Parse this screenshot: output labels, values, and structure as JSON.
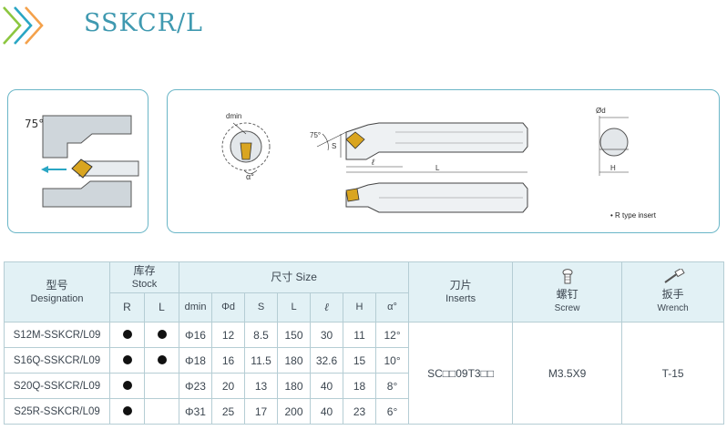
{
  "header": {
    "title": "SSKCR/L",
    "chevron_colors": [
      "#8cc63f",
      "#2aa6c4",
      "#f4a14b"
    ]
  },
  "figure": {
    "angle_label": "75°",
    "dmin_label": "dmin",
    "alpha_label": "α°",
    "tool_angle": "75°",
    "s_label": "S",
    "l_label": "L",
    "ell_label": "ℓ",
    "od_label": "Ød",
    "h_label": "H",
    "note": "• R type insert"
  },
  "table": {
    "headers": {
      "designation_cn": "型号",
      "designation_en": "Designation",
      "stock_cn": "库存",
      "stock_en": "Stock",
      "size": "尺寸 Size",
      "inserts_cn": "刀片",
      "inserts_en": "Inserts",
      "screw_cn": "螺钉",
      "screw_en": "Screw",
      "wrench_cn": "扳手",
      "wrench_en": "Wrench",
      "r": "R",
      "l": "L",
      "dmin": "dmin",
      "phid": "Φd",
      "s": "S",
      "len": "L",
      "ell": "ℓ",
      "h": "H",
      "alpha": "α°"
    },
    "rows": [
      {
        "designation": "S12M-SSKCR/L09",
        "r_stock": true,
        "l_stock": true,
        "dmin": "Φ16",
        "d": "12",
        "s": "8.5",
        "len": "150",
        "ell": "30",
        "h": "11",
        "alpha": "12°"
      },
      {
        "designation": "S16Q-SSKCR/L09",
        "r_stock": true,
        "l_stock": true,
        "dmin": "Φ18",
        "d": "16",
        "s": "11.5",
        "len": "180",
        "ell": "32.6",
        "h": "15",
        "alpha": "10°"
      },
      {
        "designation": "S20Q-SSKCR/L09",
        "r_stock": true,
        "l_stock": false,
        "dmin": "Φ23",
        "d": "20",
        "s": "13",
        "len": "180",
        "ell": "40",
        "h": "18",
        "alpha": "8°"
      },
      {
        "designation": "S25R-SSKCR/L09",
        "r_stock": true,
        "l_stock": false,
        "dmin": "Φ31",
        "d": "25",
        "s": "17",
        "len": "200",
        "ell": "40",
        "h": "23",
        "alpha": "6°"
      }
    ],
    "insert": "SC□□09T3□□",
    "screw": "M3.5X9",
    "wrench": "T-15"
  }
}
